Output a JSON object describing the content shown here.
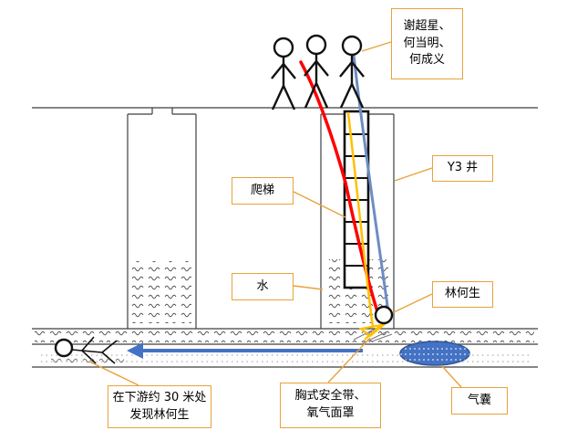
{
  "labels": {
    "rescuers": "谢超星、\n何当明、\n何成义",
    "well": "Y3 井",
    "ladder": "爬梯",
    "water": "水",
    "victim": "林何生",
    "harness": "胸式安全带、\n氧气面罩",
    "airbag": "气囊",
    "found_location": "在下游约 30 米处\n发现林何生"
  },
  "colors": {
    "callout_border": "#E8A23C",
    "rope_red": "#FF0000",
    "rope_blue": "#6D8CC4",
    "rope_yellow": "#FFC000",
    "arrow_blue": "#4472C4",
    "airbag_fill": "#4472C4",
    "line_dark": "#3F3F3F"
  }
}
